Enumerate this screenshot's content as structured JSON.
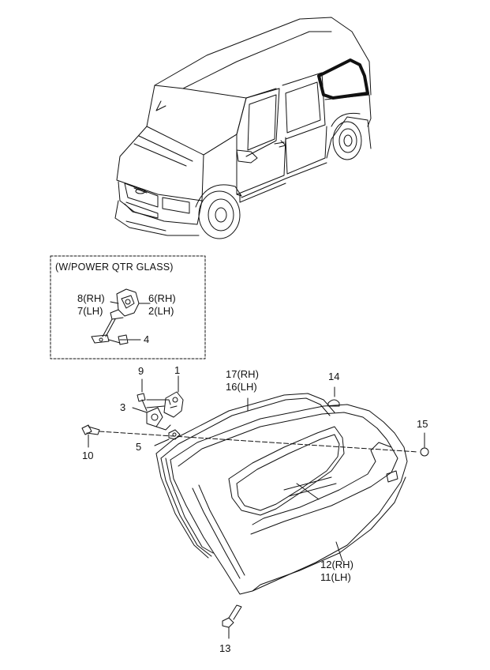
{
  "inset": {
    "title": "(W/POWER QTR GLASS)"
  },
  "callouts": {
    "c8": "8(RH)",
    "c7": "7(LH)",
    "c6": "6(RH)",
    "c2": "2(LH)",
    "c4": "4",
    "c9": "9",
    "c1": "1",
    "c3": "3",
    "c5": "5",
    "c10": "10",
    "c17": "17(RH)",
    "c16": "16(LH)",
    "c14": "14",
    "c15": "15",
    "c12": "12(RH)",
    "c11": "11(LH)",
    "c13": "13"
  }
}
